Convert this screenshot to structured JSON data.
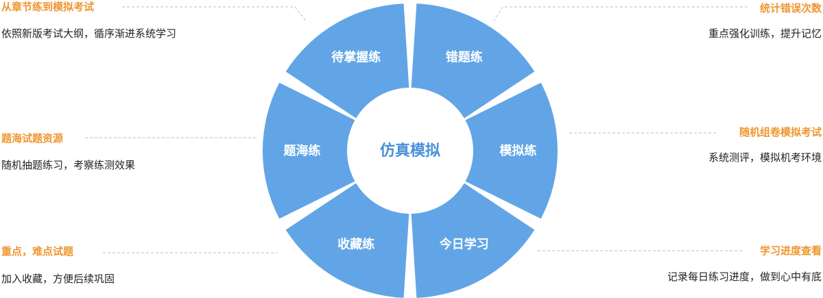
{
  "center": {
    "label": "仿真模拟"
  },
  "segments": [
    {
      "label": "待掌握练"
    },
    {
      "label": "错题练"
    },
    {
      "label": "模拟练"
    },
    {
      "label": "今日学习"
    },
    {
      "label": "收藏练"
    },
    {
      "label": "题海练"
    }
  ],
  "notes": {
    "top_left": {
      "title": "从章节练到模拟考试",
      "desc": "依照新版考试大纲，循序渐进系统学习"
    },
    "middle_left": {
      "title": "题海试题资源",
      "desc": "随机抽题练习，考察练测效果"
    },
    "bottom_left": {
      "title": "重点，难点试题",
      "desc": "加入收藏，方便后续巩固"
    },
    "top_right": {
      "title": "统计错误次数",
      "desc": "重点强化训练，提升记忆"
    },
    "middle_right": {
      "title": "随机组卷模拟考试",
      "desc": "系统测评，模拟机考环境"
    },
    "bottom_right": {
      "title": "学习进度查看",
      "desc": "记录每日练习进度，做到心中有底"
    }
  },
  "colors": {
    "segment": "#62a5e6",
    "accent": "#f0962f",
    "center_text": "#4a90d9",
    "connector": "#bbbbbb"
  }
}
